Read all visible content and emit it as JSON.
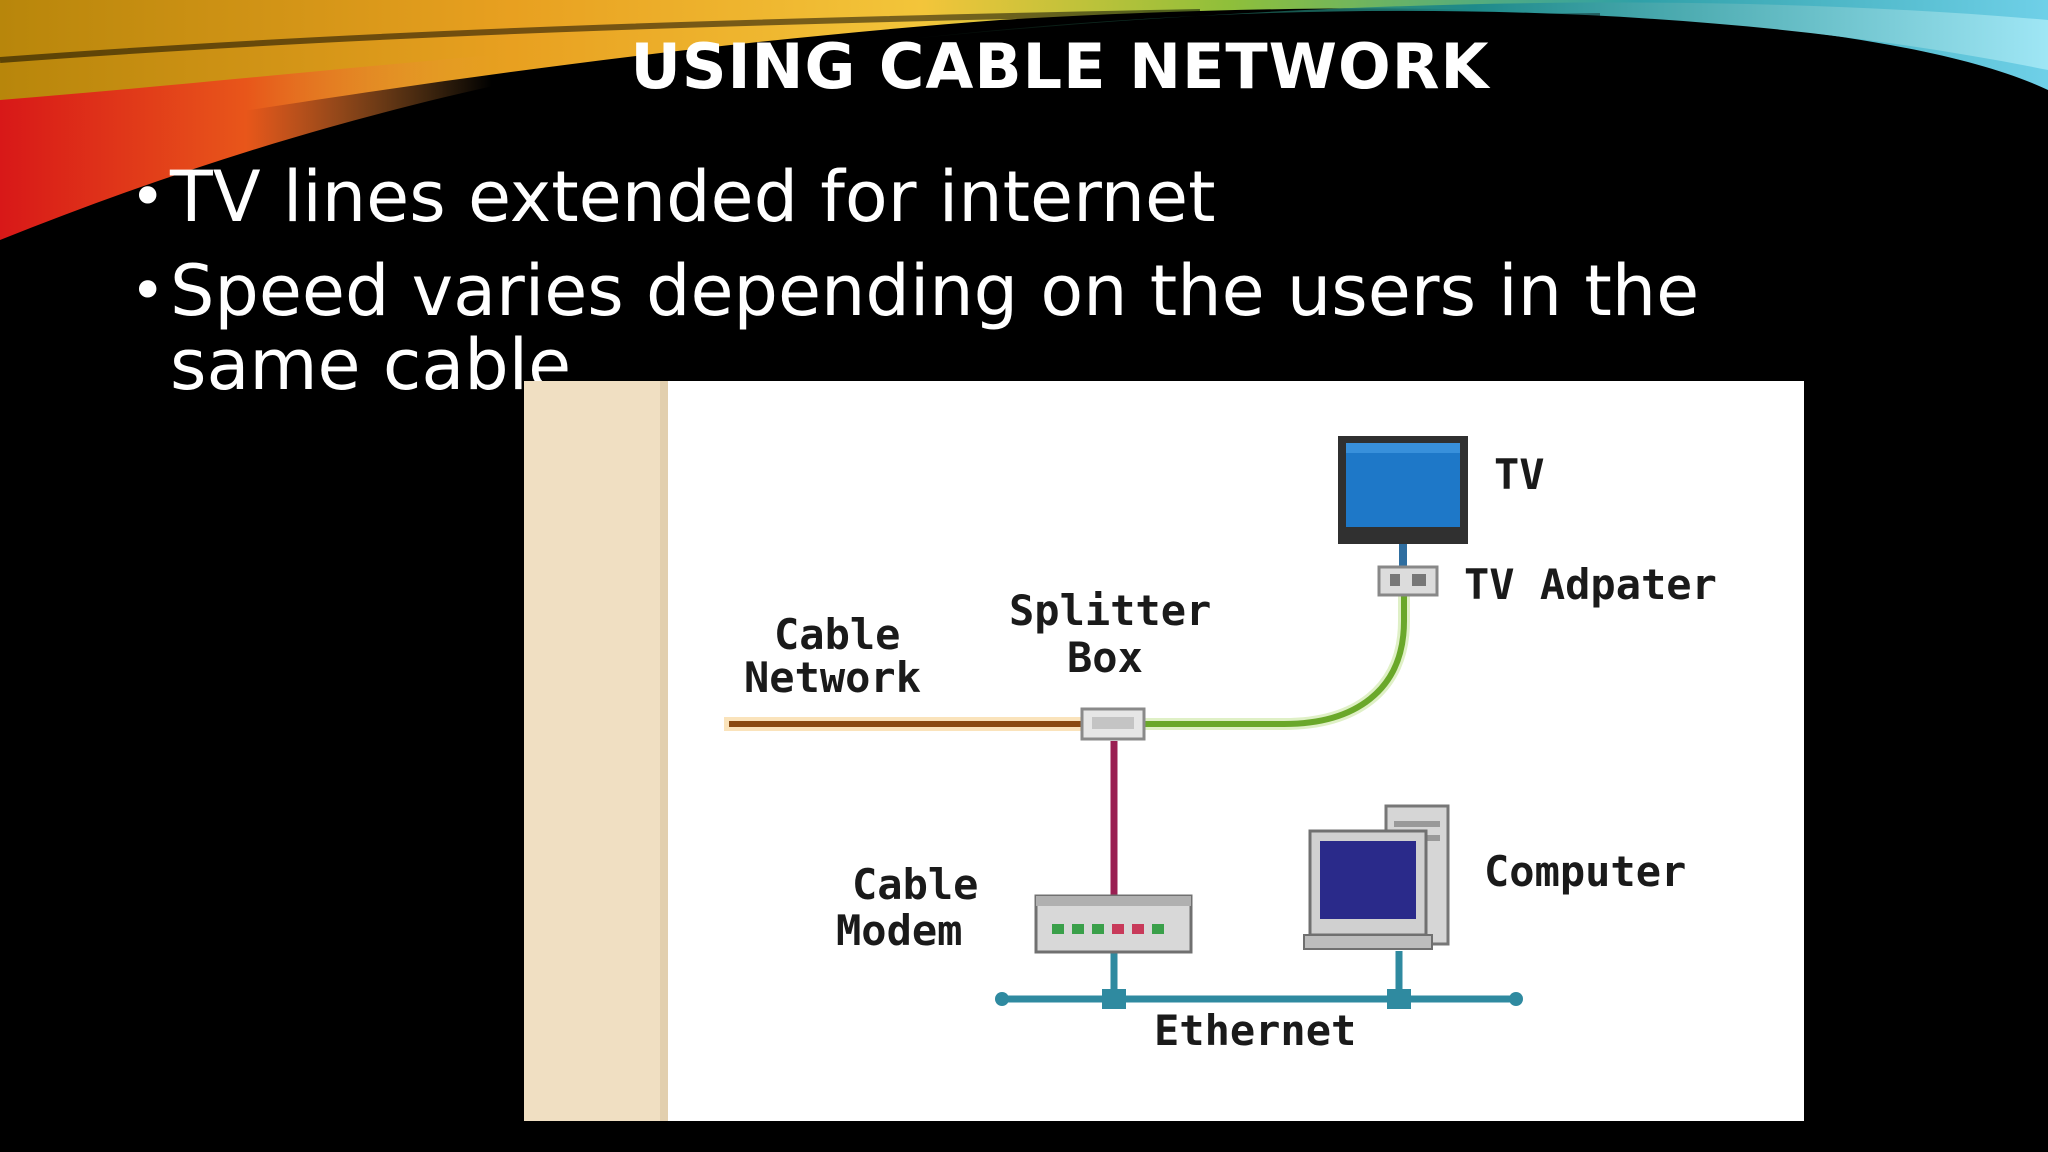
{
  "slide": {
    "title": "USING CABLE NETWORK",
    "bullets": [
      "TV lines extended for internet",
      "Speed varies depending on the users in the same cable"
    ]
  },
  "diagram": {
    "labels": {
      "tv": "TV",
      "tv_adapter": "TV Adpater",
      "cable_line1": "Cable",
      "cable_line2": "Network",
      "splitter_line1": "Splitter",
      "splitter_line2": "Box",
      "modem_line1": "Cable",
      "modem_line2": "Modem",
      "computer": "Computer",
      "ethernet": "Ethernet"
    },
    "icons": [
      "tv-icon",
      "tv-adapter-icon",
      "splitter-box-icon",
      "cable-modem-icon",
      "computer-icon"
    ],
    "colors": {
      "cable_line": "#8a4a12",
      "tv_line": "#7fc13a",
      "modem_line": "#9a1f52",
      "ethernet_line": "#2f8aa0",
      "side_strip": "#f0dfc2",
      "tv_screen": "#1e78c8",
      "monitor_screen": "#2a2a8a"
    }
  }
}
